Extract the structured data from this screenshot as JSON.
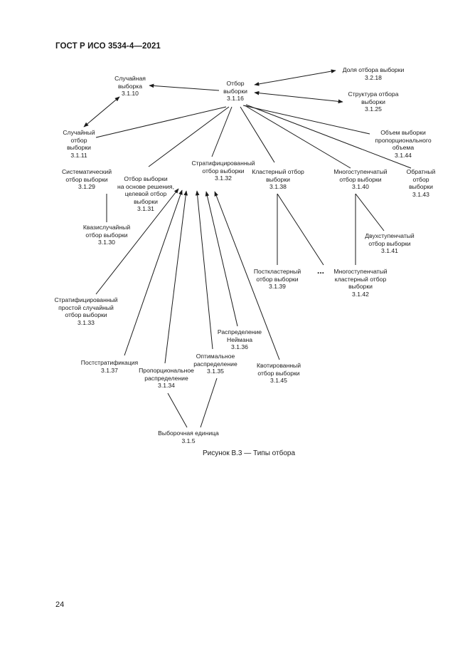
{
  "header": {
    "title": "ГОСТ Р ИСО 3534-4—2021"
  },
  "page_number": "24",
  "caption": "Рисунок В.3 — Типы отбора",
  "ellipsis": "...",
  "nodes": {
    "n3116": {
      "lines": [
        "Отбор",
        "выборки",
        "3.1.16"
      ]
    },
    "n3110": {
      "lines": [
        "Случайная",
        "выборка",
        "3.1.10"
      ]
    },
    "n3218": {
      "lines": [
        "Доля отбора выборки",
        "3.2.18"
      ]
    },
    "n3125": {
      "lines": [
        "Структура отбора",
        "выборки",
        "3.1.25"
      ]
    },
    "n3111": {
      "lines": [
        "Случайный",
        "отбор",
        "выборки",
        "3.1.11"
      ]
    },
    "n3144": {
      "lines": [
        "Объем выборки",
        "пропорционального",
        "объема",
        "3.1.44"
      ]
    },
    "n3129": {
      "lines": [
        "Систематический",
        "отбор выборки",
        "3.1.29"
      ]
    },
    "n3131": {
      "lines": [
        "Отбор выборки",
        "на основе решения,",
        "целевой отбор",
        "выборки",
        "3.1.31"
      ]
    },
    "n3132": {
      "lines": [
        "Стратифицированный",
        "отбор выборки",
        "3.1.32"
      ]
    },
    "n3138": {
      "lines": [
        "Кластерный отбор",
        "выборки",
        "3.1.38"
      ]
    },
    "n3140": {
      "lines": [
        "Многоступенчатый",
        "отбор выборки",
        "3.1.40"
      ]
    },
    "n3143": {
      "lines": [
        "Обратный",
        "отбор",
        "выборки",
        "3.1.43"
      ]
    },
    "n3130": {
      "lines": [
        "Квазислучайный",
        "отбор выборки",
        "3.1.30"
      ]
    },
    "n3141": {
      "lines": [
        "Двухступенчатый",
        "отбор выборки",
        "3.1.41"
      ]
    },
    "n3139": {
      "lines": [
        "Посткластерный",
        "отбор выборки",
        "3.1.39"
      ]
    },
    "n3142": {
      "lines": [
        "Многоступенчатый",
        "кластерный отбор",
        "выборки",
        "3.1.42"
      ]
    },
    "n3133": {
      "lines": [
        "Стратифицированный",
        "простой случайный",
        "отбор выборки",
        "3.1.33"
      ]
    },
    "n3136": {
      "lines": [
        "Распределение",
        "Неймана",
        "3.1.36"
      ]
    },
    "n3137": {
      "lines": [
        "Постстратификация",
        "3.1.37"
      ]
    },
    "n3135": {
      "lines": [
        "Оптимальное",
        "распределение",
        "3.1.35"
      ]
    },
    "n3134": {
      "lines": [
        "Пропорциональное",
        "распределение",
        "3.1.34"
      ]
    },
    "n3145": {
      "lines": [
        "Квотированный",
        "отбор выборки",
        "3.1.45"
      ]
    },
    "n315": {
      "lines": [
        "Выборочная единица",
        "3.1.5"
      ]
    }
  }
}
